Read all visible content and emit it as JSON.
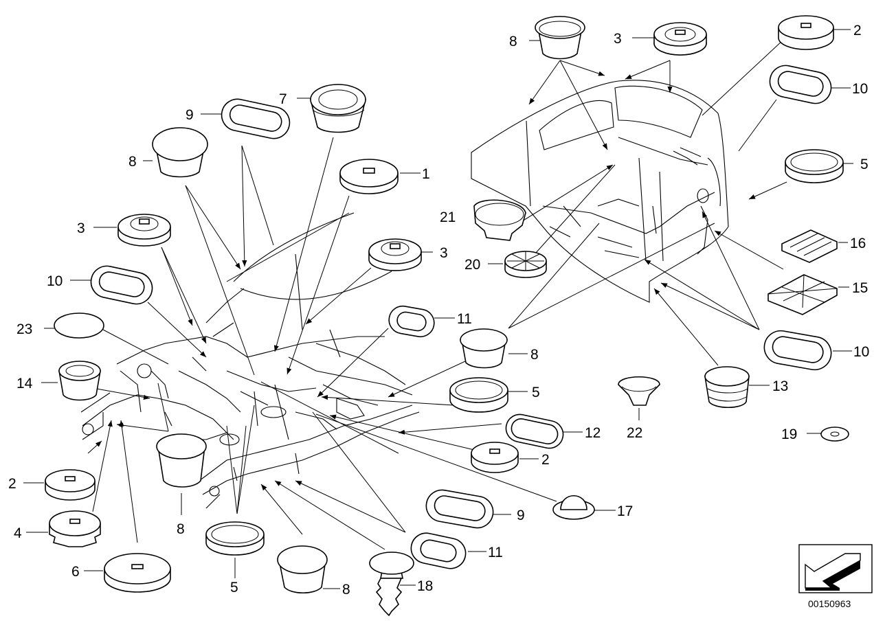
{
  "diagram": {
    "document_number": "00150963",
    "callouts": [
      {
        "id": "c1",
        "text": "1"
      },
      {
        "id": "c2a",
        "text": "2"
      },
      {
        "id": "c2b",
        "text": "2"
      },
      {
        "id": "c2c",
        "text": "2"
      },
      {
        "id": "c3a",
        "text": "3"
      },
      {
        "id": "c3b",
        "text": "3"
      },
      {
        "id": "c3c",
        "text": "3"
      },
      {
        "id": "c4",
        "text": "4"
      },
      {
        "id": "c5a",
        "text": "5"
      },
      {
        "id": "c5b",
        "text": "5"
      },
      {
        "id": "c5c",
        "text": "5"
      },
      {
        "id": "c6",
        "text": "6"
      },
      {
        "id": "c7",
        "text": "7"
      },
      {
        "id": "c8a",
        "text": "8"
      },
      {
        "id": "c8b",
        "text": "8"
      },
      {
        "id": "c8c",
        "text": "8"
      },
      {
        "id": "c8d",
        "text": "8"
      },
      {
        "id": "c8e",
        "text": "8"
      },
      {
        "id": "c9a",
        "text": "9"
      },
      {
        "id": "c9b",
        "text": "9"
      },
      {
        "id": "c10a",
        "text": "10"
      },
      {
        "id": "c10b",
        "text": "10"
      },
      {
        "id": "c10c",
        "text": "10"
      },
      {
        "id": "c11a",
        "text": "11"
      },
      {
        "id": "c11b",
        "text": "11"
      },
      {
        "id": "c12",
        "text": "12"
      },
      {
        "id": "c13",
        "text": "13"
      },
      {
        "id": "c14",
        "text": "14"
      },
      {
        "id": "c15",
        "text": "15"
      },
      {
        "id": "c16",
        "text": "16"
      },
      {
        "id": "c17",
        "text": "17"
      },
      {
        "id": "c18",
        "text": "18"
      },
      {
        "id": "c19",
        "text": "19"
      },
      {
        "id": "c20",
        "text": "20"
      },
      {
        "id": "c21",
        "text": "21"
      },
      {
        "id": "c22",
        "text": "22"
      },
      {
        "id": "c23",
        "text": "23"
      }
    ]
  }
}
